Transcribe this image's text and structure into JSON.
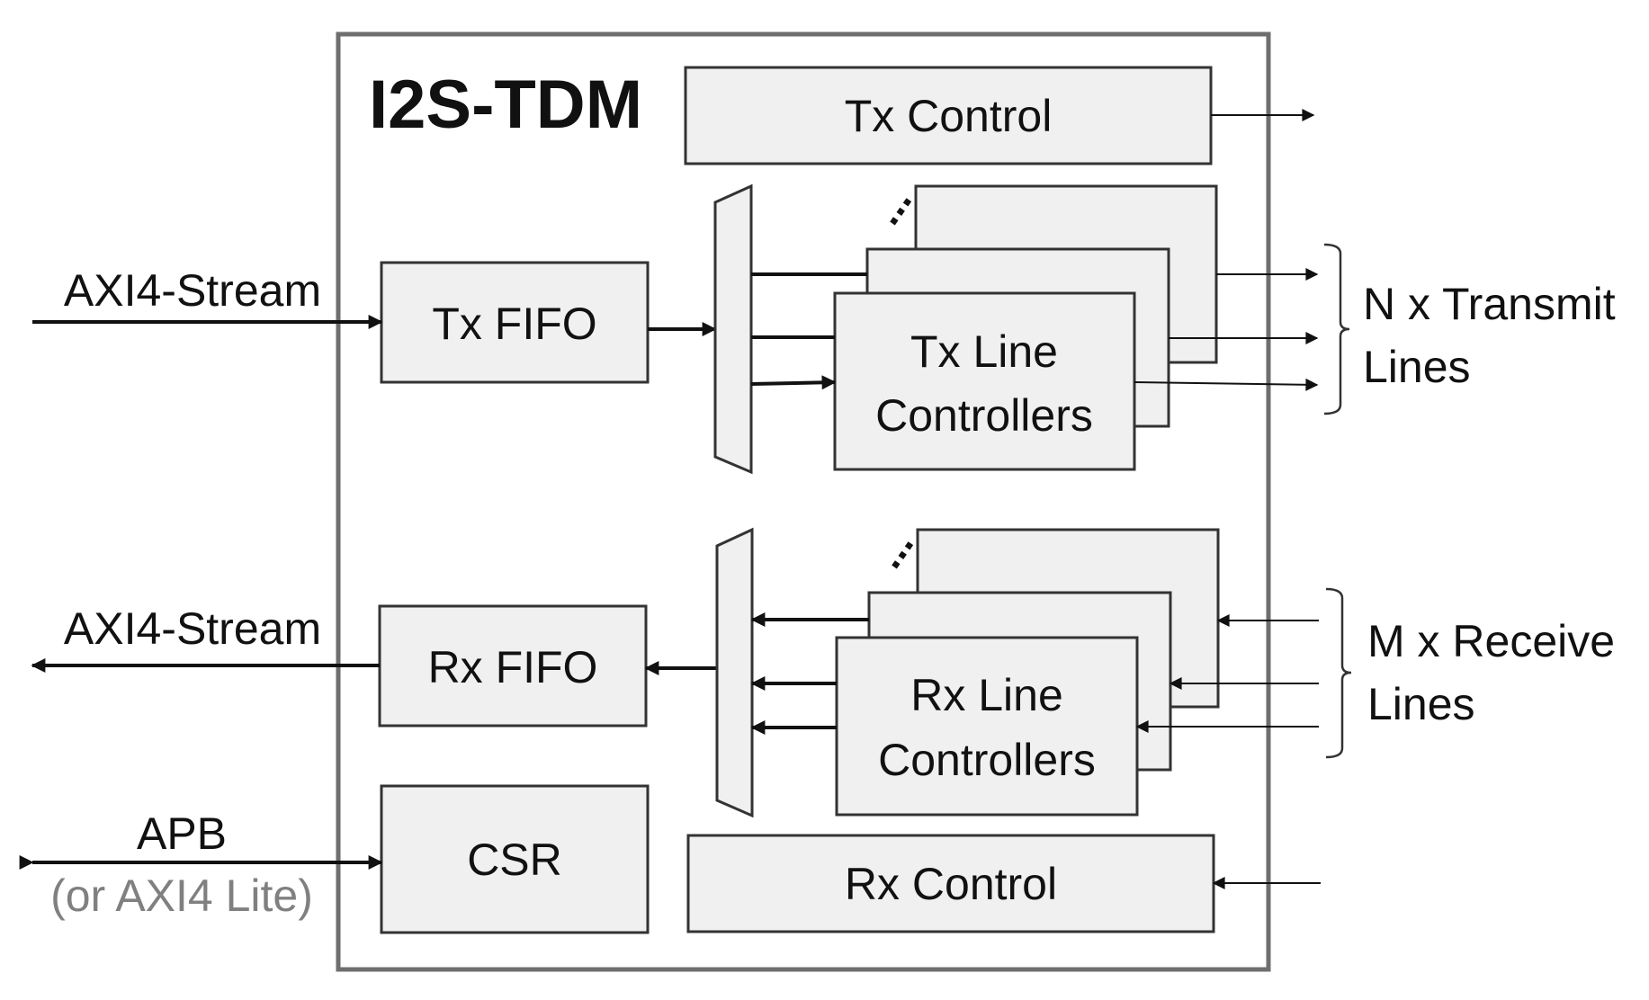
{
  "diagram": {
    "title": "I2S-TDM",
    "blocks": {
      "tx_control": "Tx Control",
      "tx_fifo": "Tx FIFO",
      "tx_line_controllers": [
        "Tx Line",
        "Controllers"
      ],
      "rx_fifo": "Rx FIFO",
      "rx_line_controllers": [
        "Rx Line",
        "Controllers"
      ],
      "csr": "CSR",
      "rx_control": "Rx Control"
    },
    "interfaces": {
      "tx_stream": "AXI4-Stream",
      "rx_stream": "AXI4-Stream",
      "apb": "APB",
      "apb_alt": "(or AXI4 Lite)"
    },
    "outputs": {
      "transmit_lines": [
        "N x Transmit",
        "Lines"
      ],
      "receive_lines": [
        "M x Receive",
        "Lines"
      ]
    },
    "stack_marker": "...",
    "colors": {
      "block_fill": "#f0f0f0",
      "block_stroke": "#333333",
      "frame_stroke": "#6e6e6e",
      "secondary_text": "#808080"
    }
  }
}
